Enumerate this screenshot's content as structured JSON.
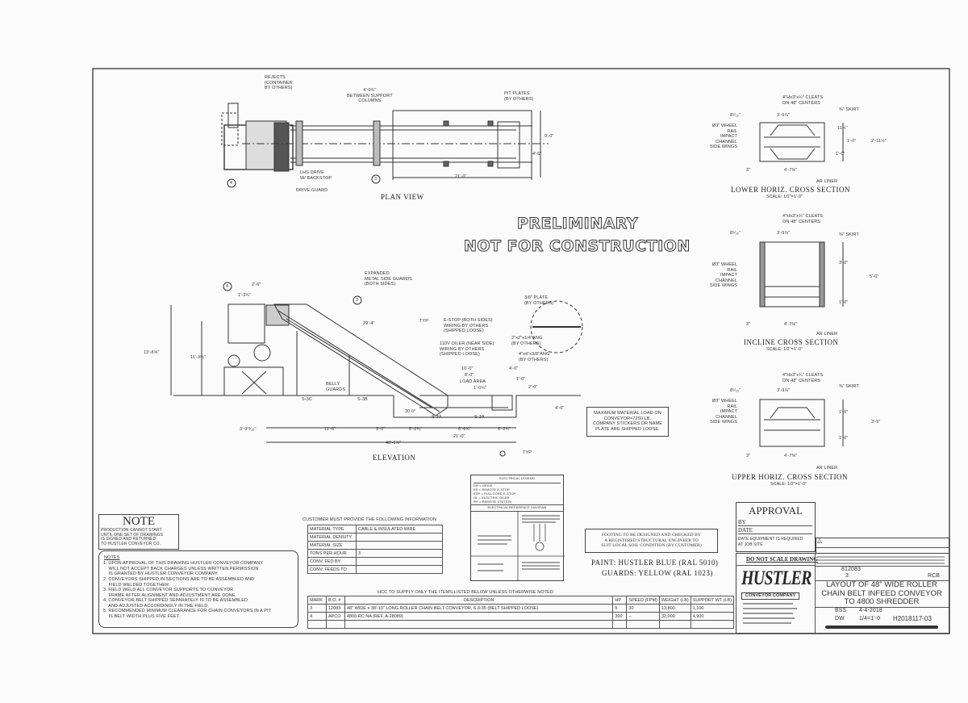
{
  "drawing_title": {
    "line1": "LAYOUT OF 48\" WIDE ROLLER",
    "line2": "CHAIN BELT INFEED CONVEYOR",
    "line3": "TO 4800 SHREDDER"
  },
  "watermark": {
    "line1": "PRELIMINARY",
    "line2": "NOT FOR CONSTRUCTION"
  },
  "plan_view": {
    "title": "PLAN VIEW",
    "labels": {
      "rejects": "REJECTS\n(CONTAINER\nBY OTHERS)",
      "between": "4'-9¾\"\nBETWEEN SUPPORT\nCOLUMNS",
      "pit_plates": "PIT PLATES\n(BY OTHERS)",
      "lhs_drive": "LHS DRIVE\nW/ BACKSTOP",
      "drive_guard": "DRIVE GUARD",
      "dim_21": "21'-0\"",
      "dim_9": "9'-0\"",
      "dim_4_6": "4'-6\"",
      "mark_4": "4",
      "mark_3": "3"
    }
  },
  "elevation": {
    "title": "ELEVATION",
    "labels": {
      "expanded": "EXPANDED\nMETAL SIDE GUARDS\n(BOTH SIDES)",
      "d2_6": "2'-6\"",
      "d1_3": "1'-3¾\"",
      "d13": "13'-8⅝\"",
      "d11": "11'-3½\"",
      "d29": "29'-4\"",
      "typ1": "TYP",
      "estop": "E-STOP (BOTH SIDES)\nWIRING BY OTHERS\n(SHIPPED LOOSE)",
      "oiler": "110V OILER (NEAR SIDE)\nWIRING BY OTHERS\n(SHIPPED LOOSE)",
      "belly": "BELLY\nGUARDS",
      "plate": "3/8\" PLATE\n(BY OTHERS)",
      "angle1": "2\"x2\"x1/4\"ANG\n(BY OTHERS)",
      "angle2": "4\"x4\"x3/8\"ANG\n(BY OTHERS)",
      "d10": "10'-0\"",
      "d8": "8'-0\"",
      "load_area": "LOAD AREA",
      "d1_0q": "1'-0¼\"",
      "d4_0a": "4'-0\"",
      "d1_0": "1'-0\"",
      "d2_0": "2'-0\"",
      "d4_0b": "4'-0\"",
      "s3c": "S-3C",
      "s3b": "S-3B",
      "s3a1": "S-3A",
      "s3a2": "S-3A",
      "angle": "30.0°",
      "d3_9": "3'-9¹³⁄₁₆\"",
      "d11_6": "11'-6\"",
      "d3_0": "3'-0\"",
      "d8_2": "8'-2¾\"",
      "d6_6": "6'-6¾\"",
      "d6_2": "6'-2¾\"",
      "d21": "21'-0\"",
      "d40": "40'-6⅞\"",
      "typ2": "TYP",
      "mark_4": "4",
      "mark_3": "3"
    }
  },
  "sections": [
    {
      "title": "LOWER HORIZ. CROSS SECTION",
      "scale": "SCALE: 1/2\"=1'-0\"",
      "cleats": "4\"Hx3\"x¼\" CLEATS\nON 48\" CENTERS",
      "skirt": "⅜\" SKIRT",
      "left_dim": "8⁵⁄₁₆\"",
      "top_dim": "3'-9⅞\"",
      "labels": "Ø3\" WHEEL\nRAIL\nIMPACT\nCHANNEL\nSIDE WINGS",
      "bottom_left": "3\"",
      "bottom_dim": "4'-7⅜\"",
      "liner": "AR LINER",
      "right_dims": [
        "11½\"",
        "1'-0\"",
        "1'-0\""
      ],
      "overall": "2'-11½\""
    },
    {
      "title": "INCLINE CROSS SECTION",
      "scale": "SCALE: 1/2\"=1'-0\"",
      "cleats": "4\"Hx3\"x¼\" CLEATS\nON 48\" CENTERS",
      "skirt": "⅜\" SKIRT",
      "left_dim": "8⁵⁄₁₆\"",
      "top_dim": "3'-9⅞\"",
      "labels": "Ø3\" WHEEL\nRAIL\nIMPACT\nCHANNEL\nSIDE WINGS",
      "bottom_left": "3\"",
      "bottom_dim": "4'-7⅜\"",
      "liner": "AR LINER",
      "right_dims": [
        "3'-0\"",
        "1'-0\""
      ],
      "overall": "5'-0\""
    },
    {
      "title": "UPPER HORIZ. CROSS SECTION",
      "scale": "SCALE: 1/2\"=1'-0\"",
      "cleats": "4\"Hx3\"x¼\" CLEATS\nON 48\" CENTERS",
      "skirt": "⅜\" SKIRT",
      "left_dim": "8⁵⁄₁₆\"",
      "top_dim": "3'-9⅞\"",
      "labels": "Ø3\" WHEEL\nRAIL\nIMPACT\nCHANNEL\nSIDE WINGS",
      "bottom_left": "3\"",
      "bottom_dim": "4'-7⅜\"",
      "liner": "AR LINER",
      "right_dims": [
        "1'-5\"",
        "1'-0\""
      ],
      "overall": "3'-5\""
    }
  ],
  "max_load_note": "MAXIMUM MATERIAL LOAD ON\nCONVEYOR=7250 LB.\nCOMPANY STICKERS OR NAME\nPLATE ARE SHIPPED LOOSE.",
  "electrical": {
    "legend_title": "ELECTRICAL LEGEND",
    "legend": "DR = DRIVE\nES = REMOTE E-STOP\nESP = PULLCORD E-STOP\nOL = ELECTRIC OILER\nRS = REMOTE STATION",
    "diagram_title": "ELECTRICAL REFERENCE DIAGRAM"
  },
  "footing_note": "FOOTING TO BE DESIGNED AND CHECKED BY\nA REGISTERED STRUCTURAL ENGINEER TO\nSUIT LOCAL SOIL CONDITION (BY CUSTOMER)",
  "paint": {
    "line1": "PAINT:   HUSTLER BLUE (RAL 5010)",
    "line2": "GUARDS: YELLOW (RAL 1023)"
  },
  "note_box": {
    "title": "NOTE",
    "text": "PRODUCTION CANNOT START\nUNTIL ONE SET OF DRAWINGS\nIS SIGNED AND RETURNED\nTO HUSTLER CONVEYOR CO."
  },
  "notes": {
    "heading": "NOTES",
    "items": [
      "1. UPON APPROVAL OF THIS DRAWING HUSTLER CONVEYOR COMPANY\n    WILL NOT ACCEPT BACK CHARGES UNLESS WRITTEN PERMISSION\n    IS GRANTED BY HUSTLER CONVEYOR COMPANY.",
      "2. CONVEYORS SHIPPED IN SECTIONS ARE TO BE ASSEMBLED AND\n    FIELD WELDED TOGETHER.",
      "3. FIELD WELD ALL CONVEYOR SUPPORTS TO CONVEYOR\n    FRAME AFTER ALIGNMENT AND ADJUSTMENT ARE DONE.",
      "4. CONVEYOR BELT SHIPPED SEPARATELY IS TO BE ASSEMBLED\n    AND ADJUSTED ACCORDINGLY IN THE FIELD.",
      "5. RECOMMENDED MINIMUM CLEARANCE FOR CHAIN CONVEYORS IN A PIT\n    IS BELT WIDTH PLUS FIVE FEET."
    ]
  },
  "customer_info": {
    "title": "CUSTOMER MUST PROVIDE THE FOLLOWING INFORMATION",
    "rows": [
      {
        "label": "MATERIAL TYPE",
        "value": "CABLE & INSULATED WIRE"
      },
      {
        "label": "MATERIAL DENSITY",
        "value": ""
      },
      {
        "label": "MATERIAL SIZE",
        "value": ""
      },
      {
        "label": "TONS PER HOUR",
        "value": "3"
      },
      {
        "label": "CONV. FED BY",
        "value": ""
      },
      {
        "label": "CONV. FEEDS TO",
        "value": ""
      }
    ]
  },
  "items_table": {
    "title": "HCC TO SUPPLY ONLY THE ITEMS LISTED BELOW UNLESS OTHERWISE NOTED",
    "headers": [
      "MARK",
      "B.O. #",
      "DESCRIPTION",
      "HP",
      "SPEED (FPM)",
      "WEIGHT (LB)",
      "SUPPORT WT (LB)"
    ],
    "rows": [
      [
        "3",
        "12083",
        "48\" WIDE x 38'-10\" LONG ROLLER CHAIN BELT CONVEYOR, 6-3-35 (BELT SHIPPED LOOSE)",
        "5",
        "30",
        "13,800",
        "1,100"
      ],
      [
        "4",
        "APCO",
        "4800 RC NA (REF. A-28089)",
        "300",
        "–",
        "32,000",
        "4,900"
      ],
      [
        "",
        "",
        "",
        "",
        "",
        "",
        ""
      ]
    ]
  },
  "approval": {
    "title": "APPROVAL",
    "by": "BY",
    "date": "DATE",
    "required": "DATE EQUIPMENT IS REQUIRED\nAT JOB SITE"
  },
  "title_block": {
    "do_not_scale": "DO NOT SCALE DRAWING",
    "logo": "HUSTLER",
    "company": "CONVEYOR COMPANY",
    "job_no": "812083",
    "sheet": "3",
    "drawn": "RCB",
    "dwg_by": "BSS",
    "date": "4-4-2018",
    "chk": "DW",
    "scale": "1/4=1'-0",
    "drawing_no": "H2018117-03",
    "rev_mark": "△"
  }
}
